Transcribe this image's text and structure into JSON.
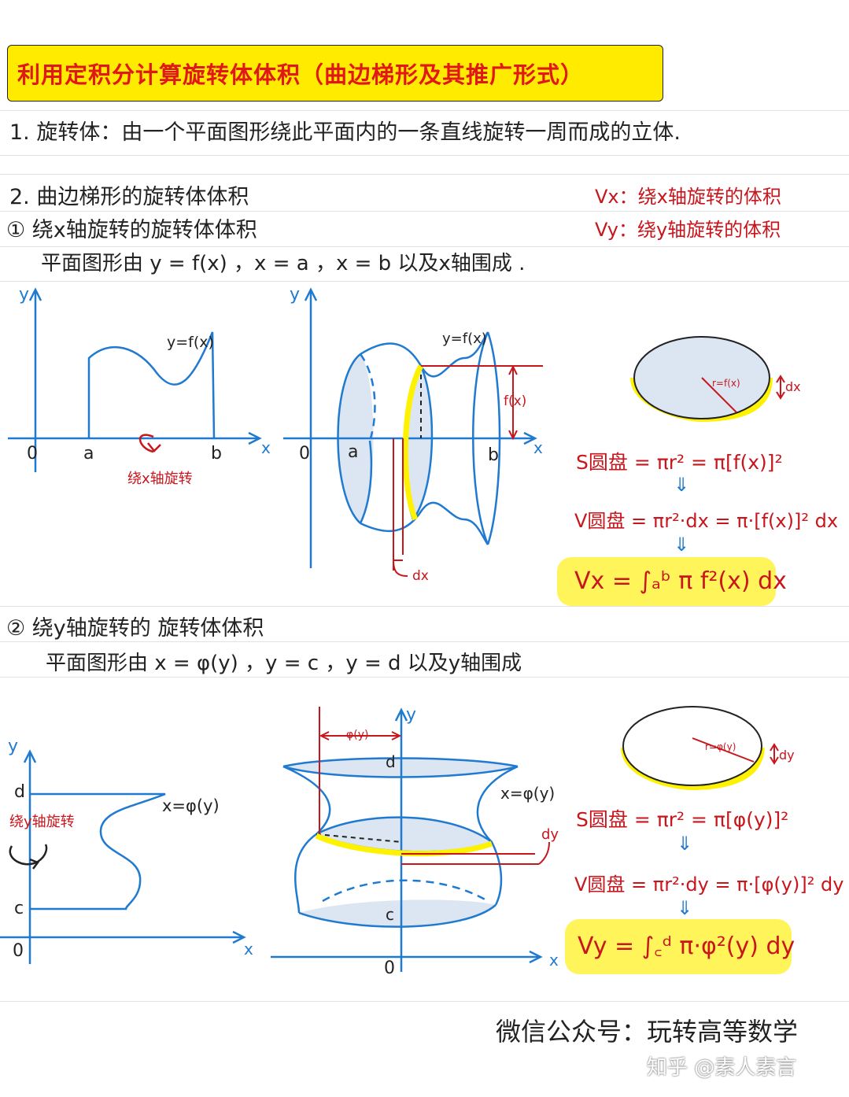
{
  "title": "利用定积分计算旋转体体积（曲边梯形及其推广形式）",
  "definition": "1. 旋转体：由一个平面图形绕此平面内的一条直线旋转一周而成的立体.",
  "section2": "2. 曲边梯形的旋转体体积",
  "legend": {
    "vx": "Vx：绕x轴旋转的体积",
    "vy": "Vy：绕y轴旋转的体积"
  },
  "part1": {
    "heading": "① 绕x轴旋转的旋转体体积",
    "region": "平面图形由 y = f(x) ，x = a ，x = b 以及x轴围成 .",
    "fig_left": {
      "y_axis": "y",
      "x_axis": "x",
      "origin": "0",
      "a": "a",
      "b": "b",
      "curve": "y=f(x)",
      "rotate": "绕x轴旋转"
    },
    "fig_mid": {
      "y_axis": "y",
      "x_axis": "x",
      "origin": "0",
      "a": "a",
      "b": "b",
      "curve": "y=f(x)",
      "height": "f(x)",
      "dx": "dx"
    },
    "disk": {
      "radius": "r=f(x)",
      "thickness": "dx"
    },
    "formula_s": "S圆盘 = πr² = π[f(x)]²",
    "formula_v": "V圆盘 = πr²·dx = π·[f(x)]² dx",
    "formula_final": "Vx = ∫ₐᵇ π f²(x) dx",
    "arrow": "⇓"
  },
  "part2": {
    "heading": "② 绕y轴旋转的 旋转体体积",
    "region": "平面图形由 x = φ(y) ，y = c ，y = d 以及y轴围成",
    "fig_left": {
      "y_axis": "y",
      "x_axis": "x",
      "origin": "0",
      "c": "c",
      "d": "d",
      "curve": "x=φ(y)",
      "rotate": "绕y轴旋转"
    },
    "fig_mid": {
      "y_axis": "y",
      "x_axis": "x",
      "origin": "0",
      "c": "c",
      "d": "d",
      "curve": "x=φ(y)",
      "radius": "φ(y)",
      "dy": "dy"
    },
    "disk": {
      "radius": "r=φ(y)",
      "thickness": "dy"
    },
    "formula_s": "S圆盘 = πr² = π[φ(y)]²",
    "formula_v": "V圆盘 = πr²·dy = π·[φ(y)]² dy",
    "formula_final": "Vy = ∫꜀ᵈ π·φ²(y) dy",
    "arrow": "⇓"
  },
  "footer": {
    "wechat": "微信公众号：玩转高等数学",
    "zhihu": "知乎 @素人素言"
  },
  "colors": {
    "ink": "#222222",
    "red": "#c8161d",
    "blue": "#1f7ad0",
    "highlight": "#fff55a",
    "title_bg": "#ffeb00",
    "fill": "#dce6f2"
  }
}
